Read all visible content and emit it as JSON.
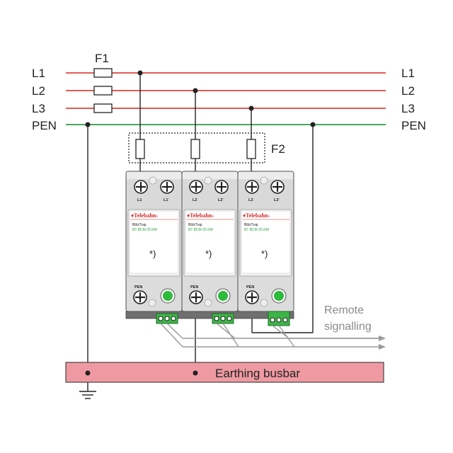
{
  "colors": {
    "phase": "#d9463c",
    "pen": "#2f9b47",
    "wire": "#222222",
    "signal": "#9a9a9a",
    "busbar_fill": "#ef9aa2",
    "busbar_stroke": "#444444",
    "module_body": "#d9d9d9",
    "led_green": "#2dbb3a",
    "brand_red": "#d42a2a",
    "product_green": "#2e9e3e"
  },
  "labels": {
    "fuse_f1": "F1",
    "fuse_f2": "F2",
    "left": [
      "L1",
      "L2",
      "L3",
      "PEN"
    ],
    "right": [
      "L1",
      "L2",
      "L3",
      "PEN"
    ],
    "remote_line1": "Remote",
    "remote_line2": "signalling",
    "busbar": "Earthing busbar"
  },
  "modules": [
    {
      "term_in": "L1",
      "term_out": "L1´",
      "pen": "PEN",
      "brand": "Telebahn",
      "brand_mark": "®",
      "model": "BlitzTrap",
      "product": "BT BCM 25 RM",
      "note": "*)"
    },
    {
      "term_in": "L2",
      "term_out": "L2´",
      "pen": "PEN",
      "brand": "Telebahn",
      "brand_mark": "®",
      "model": "BlitzTrap",
      "product": "BT BCM 25 RM",
      "note": "*)"
    },
    {
      "term_in": "L3",
      "term_out": "L3´",
      "pen": "PEN",
      "brand": "Telebahn",
      "brand_mark": "®",
      "model": "BlitzTrap",
      "product": "BT BCM 25 RM",
      "note": "*)"
    }
  ]
}
